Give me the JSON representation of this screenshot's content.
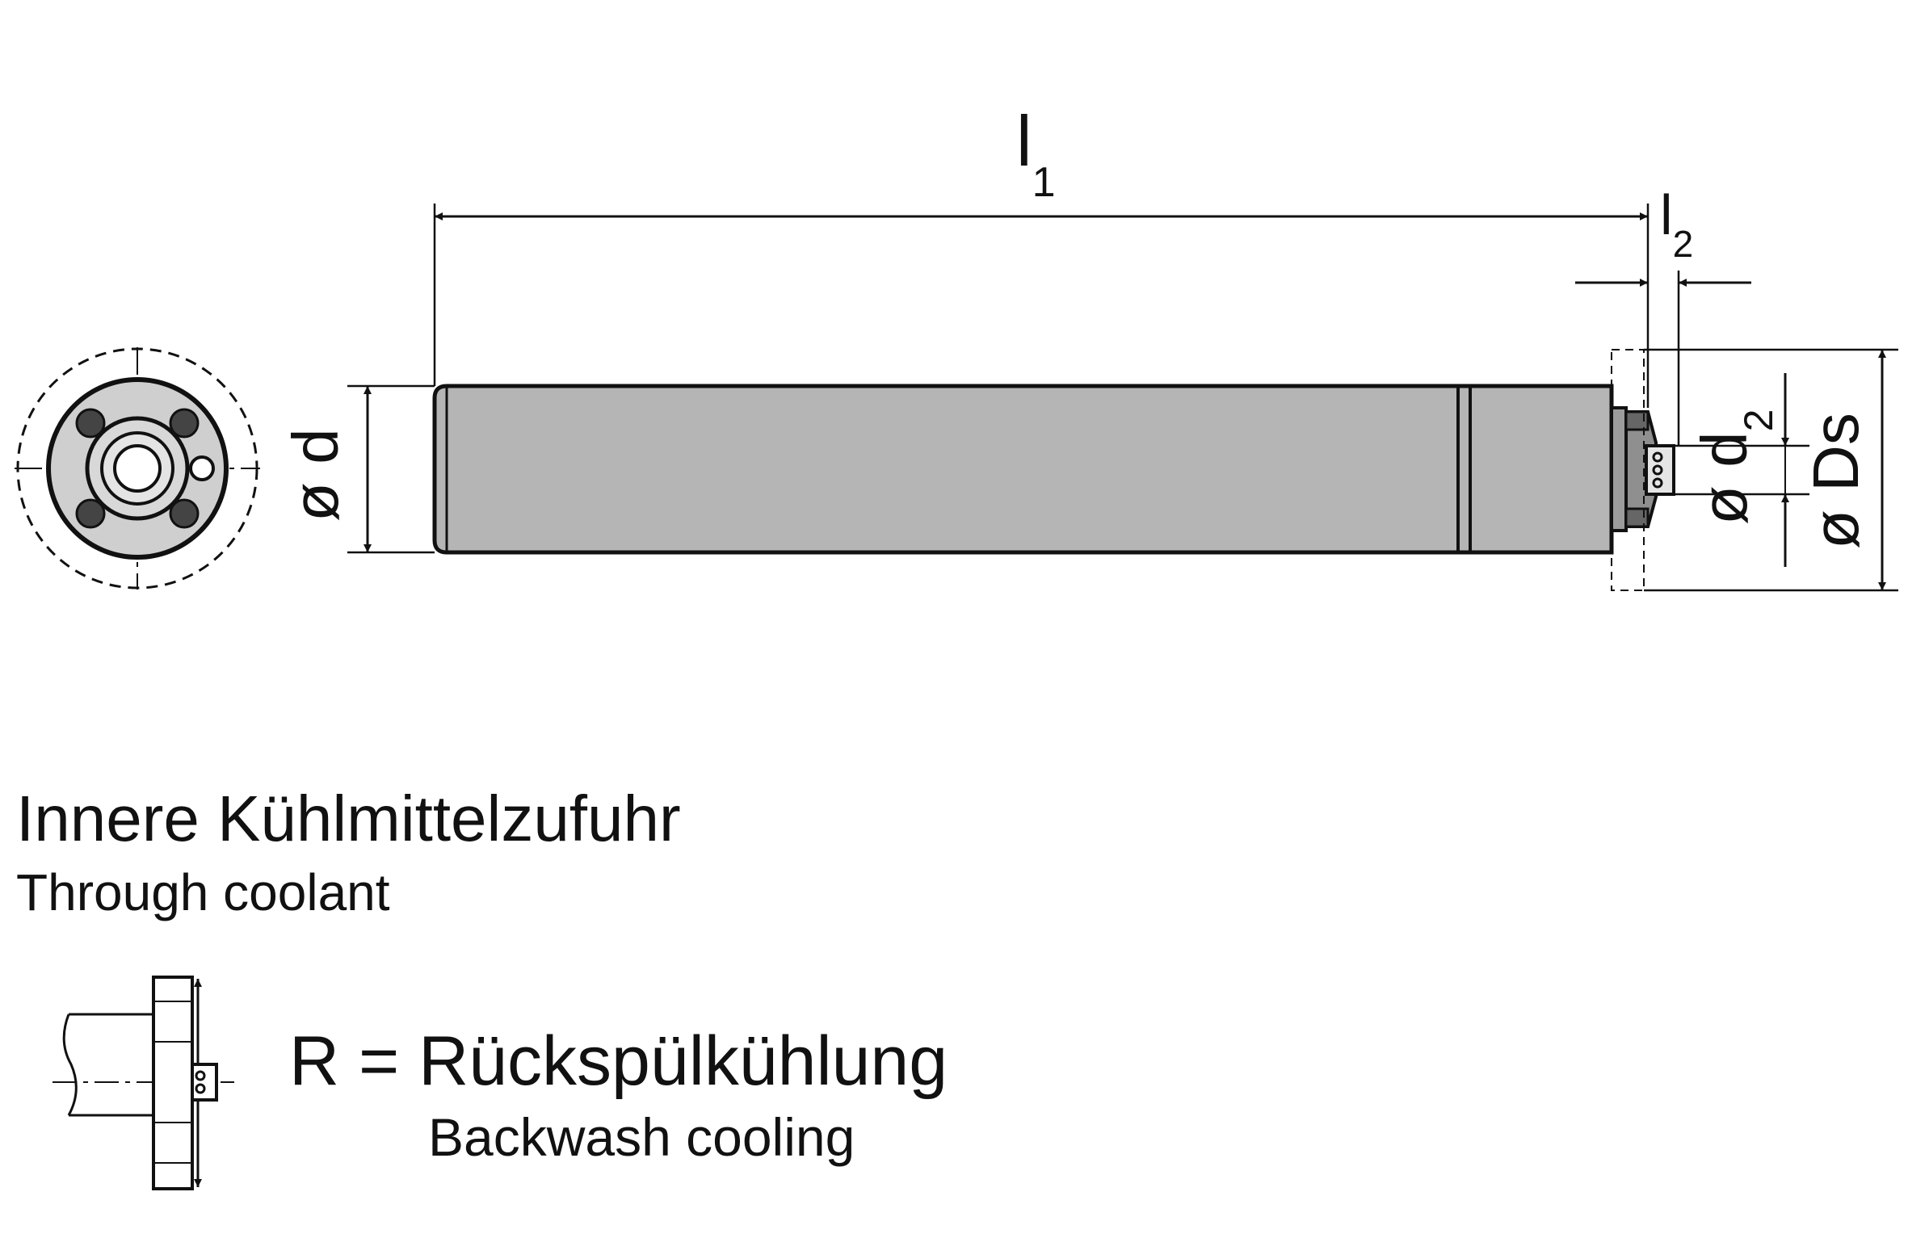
{
  "dimensions": {
    "l1": {
      "main": "l",
      "sub": "1"
    },
    "l2": {
      "main": "l",
      "sub": "2"
    },
    "d": "ø d",
    "d2": {
      "main": "ø d",
      "sub": "2"
    },
    "Ds": "ø Ds"
  },
  "captions": {
    "coolant_de": "Innere Kühlmittelzufuhr",
    "coolant_en": "Through coolant"
  },
  "legend": {
    "backwash_de": "R = Rückspülkühlung",
    "backwash_en": "Backwash cooling"
  },
  "colors": {
    "body_fill": "#b5b5b5",
    "line": "#111111",
    "flange_fill": "#8f8f8f"
  }
}
